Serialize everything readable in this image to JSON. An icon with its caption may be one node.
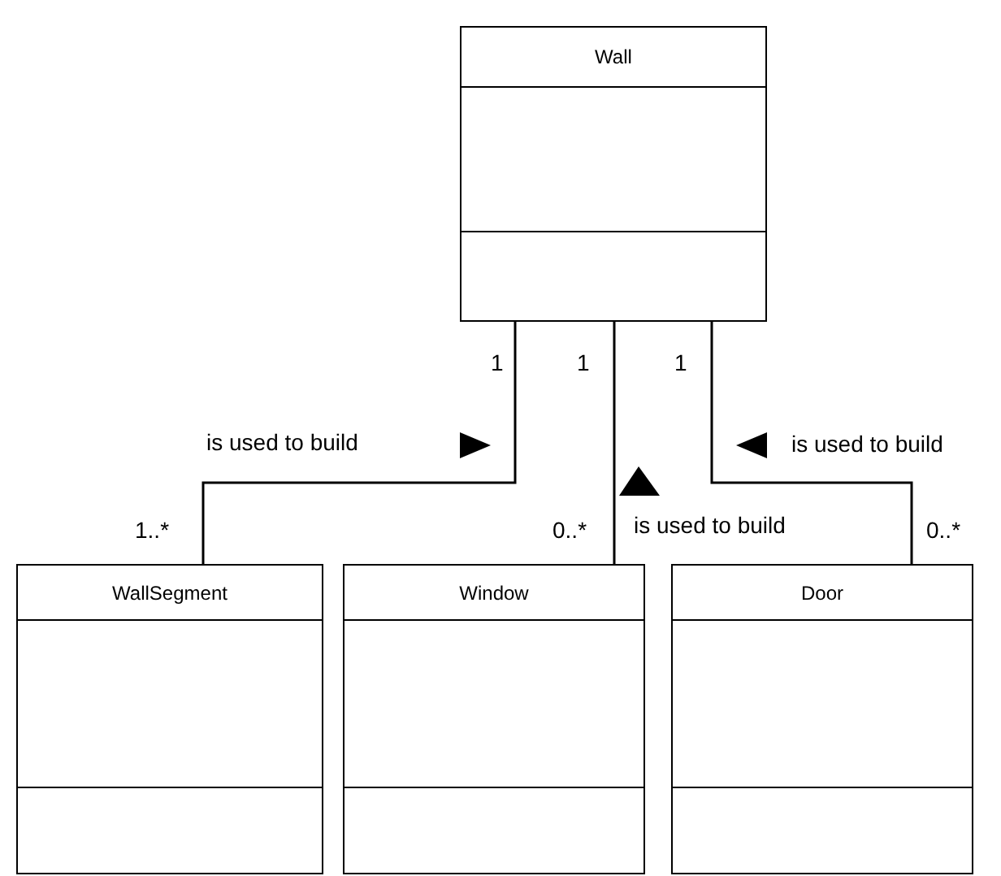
{
  "diagram": {
    "nodes": [
      {
        "text": [
          "Wall"
        ]
      },
      {
        "text": [
          "WallSegment"
        ]
      },
      {
        "text": [
          "Window"
        ]
      },
      {
        "text": [
          "Door"
        ]
      }
    ],
    "edges": [
      {
        "from": 0,
        "to": 1,
        "arrow": "none",
        "label": "is used to build"
      },
      {
        "from": 0,
        "to": 2,
        "arrow": "none",
        "label": "is used to build"
      },
      {
        "from": 0,
        "to": 3,
        "arrow": "none",
        "label": "is used to build"
      }
    ],
    "labels": [
      "1",
      "1",
      "1",
      "1..*",
      "0..*",
      "0..*"
    ]
  }
}
